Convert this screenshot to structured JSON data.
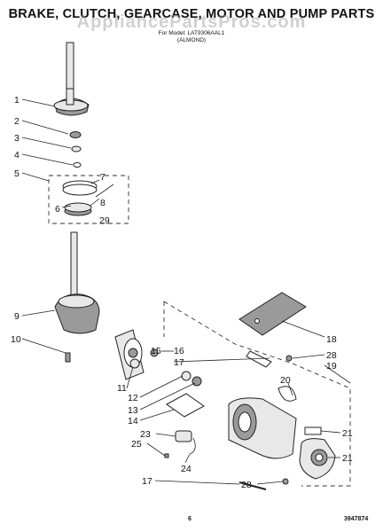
{
  "header": {
    "title": "BRAKE, CLUTCH, GEARCASE, MOTOR AND PUMP PARTS",
    "for_model": "For Model: LAT9306AAL1",
    "color": "(ALMOND)",
    "watermark": "AppliancePartsPros.com"
  },
  "footer": {
    "page_number": "6",
    "part_number": "3947874"
  },
  "callouts": [
    "1",
    "2",
    "3",
    "4",
    "5",
    "6",
    "7",
    "8",
    "29",
    "9",
    "10",
    "11",
    "12",
    "13",
    "14",
    "15",
    "16",
    "17",
    "18",
    "19",
    "20",
    "21",
    "23",
    "25",
    "24",
    "28"
  ]
}
